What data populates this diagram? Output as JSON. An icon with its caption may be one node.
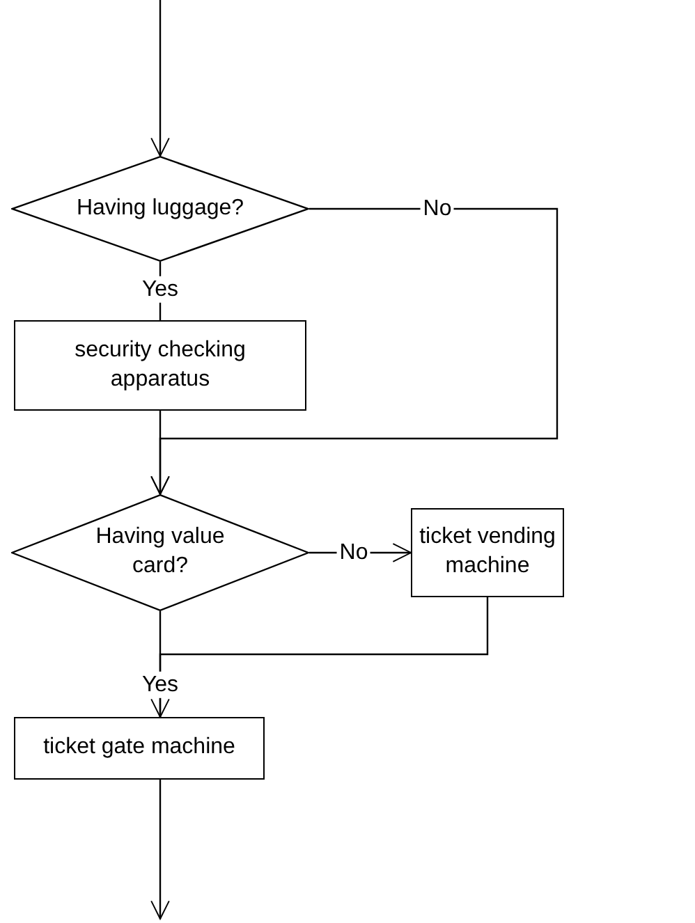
{
  "diagram": {
    "nodes": [
      {
        "text": [
          "Having luggage?"
        ]
      },
      {
        "text": [
          "security checking apparatus"
        ]
      },
      {
        "text": [
          "Having value card?"
        ]
      },
      {
        "text": [
          "ticket vending machine"
        ]
      },
      {
        "text": [
          "ticket gate machine"
        ]
      }
    ],
    "edges": [
      {
        "from": null,
        "to": 0,
        "arrow": "to"
      },
      {
        "from": 0,
        "to": 1,
        "label": "Yes",
        "arrow": "none"
      },
      {
        "from": 0,
        "to": 2,
        "label": "No",
        "arrow": "to"
      },
      {
        "from": 1,
        "to": 2,
        "arrow": "to"
      },
      {
        "from": 2,
        "to": 3,
        "label": "No",
        "arrow": "to"
      },
      {
        "from": 2,
        "to": 4,
        "label": "Yes",
        "arrow": "none"
      },
      {
        "from": 3,
        "to": 4,
        "arrow": "to"
      },
      {
        "from": 4,
        "to": null,
        "arrow": "to"
      }
    ]
  }
}
